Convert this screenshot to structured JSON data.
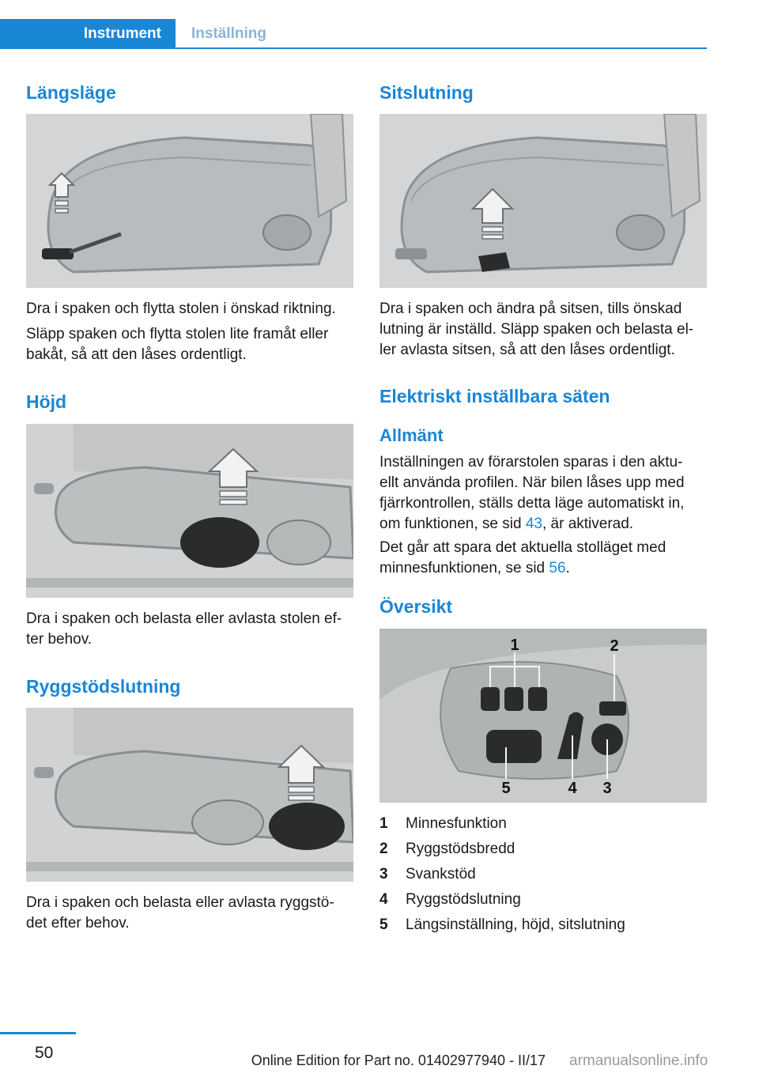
{
  "header": {
    "tab_active": "Instrument",
    "tab_inactive": "Inställning"
  },
  "left": {
    "h_langslage": "Längsläge",
    "p_langslage_1": "Dra i spaken och flytta stolen i önskad riktning.",
    "p_langslage_2a": "Släpp spaken och flytta stolen lite framåt eller",
    "p_langslage_2b": "bakåt, så att den låses ordentligt.",
    "h_hojd": "Höjd",
    "p_hojd_a": "Dra i spaken och belasta eller avlasta stolen ef‐",
    "p_hojd_b": "ter behov.",
    "h_ryggstod": "Ryggstödslutning",
    "p_ryggstod_a": "Dra i spaken och belasta eller avlasta ryggstö‐",
    "p_ryggstod_b": "det efter behov."
  },
  "right": {
    "h_sitslutning": "Sitslutning",
    "p_sits_a": "Dra i spaken och ändra på sitsen, tills önskad",
    "p_sits_b": "lutning är inställd. Släpp spaken och belasta el‐",
    "p_sits_c": "ler avlasta sitsen, så att den låses ordentligt.",
    "h_elektriskt": "Elektriskt inställbara säten",
    "h_allmant": "Allmänt",
    "p_allm_a": "Inställningen av förarstolen sparas i den aktu‐",
    "p_allm_b": "ellt använda profilen. När bilen låses upp med",
    "p_allm_c": "fjärrkontrollen, ställs detta läge automatiskt in,",
    "p_allm_d1": "om funktionen, se sid ",
    "p_allm_d_link": "43",
    "p_allm_d2": ", är aktiverad.",
    "p_mem_a": "Det går att spara det aktuella stolläget med",
    "p_mem_b1": "minnesfunktionen, se sid ",
    "p_mem_b_link": "56",
    "p_mem_b2": ".",
    "h_oversikt": "Översikt",
    "callouts": {
      "c1": "1",
      "c2": "2",
      "c3": "3",
      "c4": "4",
      "c5": "5"
    },
    "legend": [
      {
        "num": "1",
        "label": "Minnesfunktion"
      },
      {
        "num": "2",
        "label": "Ryggstödsbredd"
      },
      {
        "num": "3",
        "label": "Svankstöd"
      },
      {
        "num": "4",
        "label": "Ryggstödslutning"
      },
      {
        "num": "5",
        "label": "Längsinställning, höjd, sitslutning"
      }
    ]
  },
  "footer": {
    "page_number": "50",
    "edition": "Online Edition for Part no. 01402977940 - II/17",
    "watermark": "armanualsonline.info"
  },
  "colors": {
    "accent": "#1a86d6",
    "figure_bg": "#d7d9da"
  }
}
